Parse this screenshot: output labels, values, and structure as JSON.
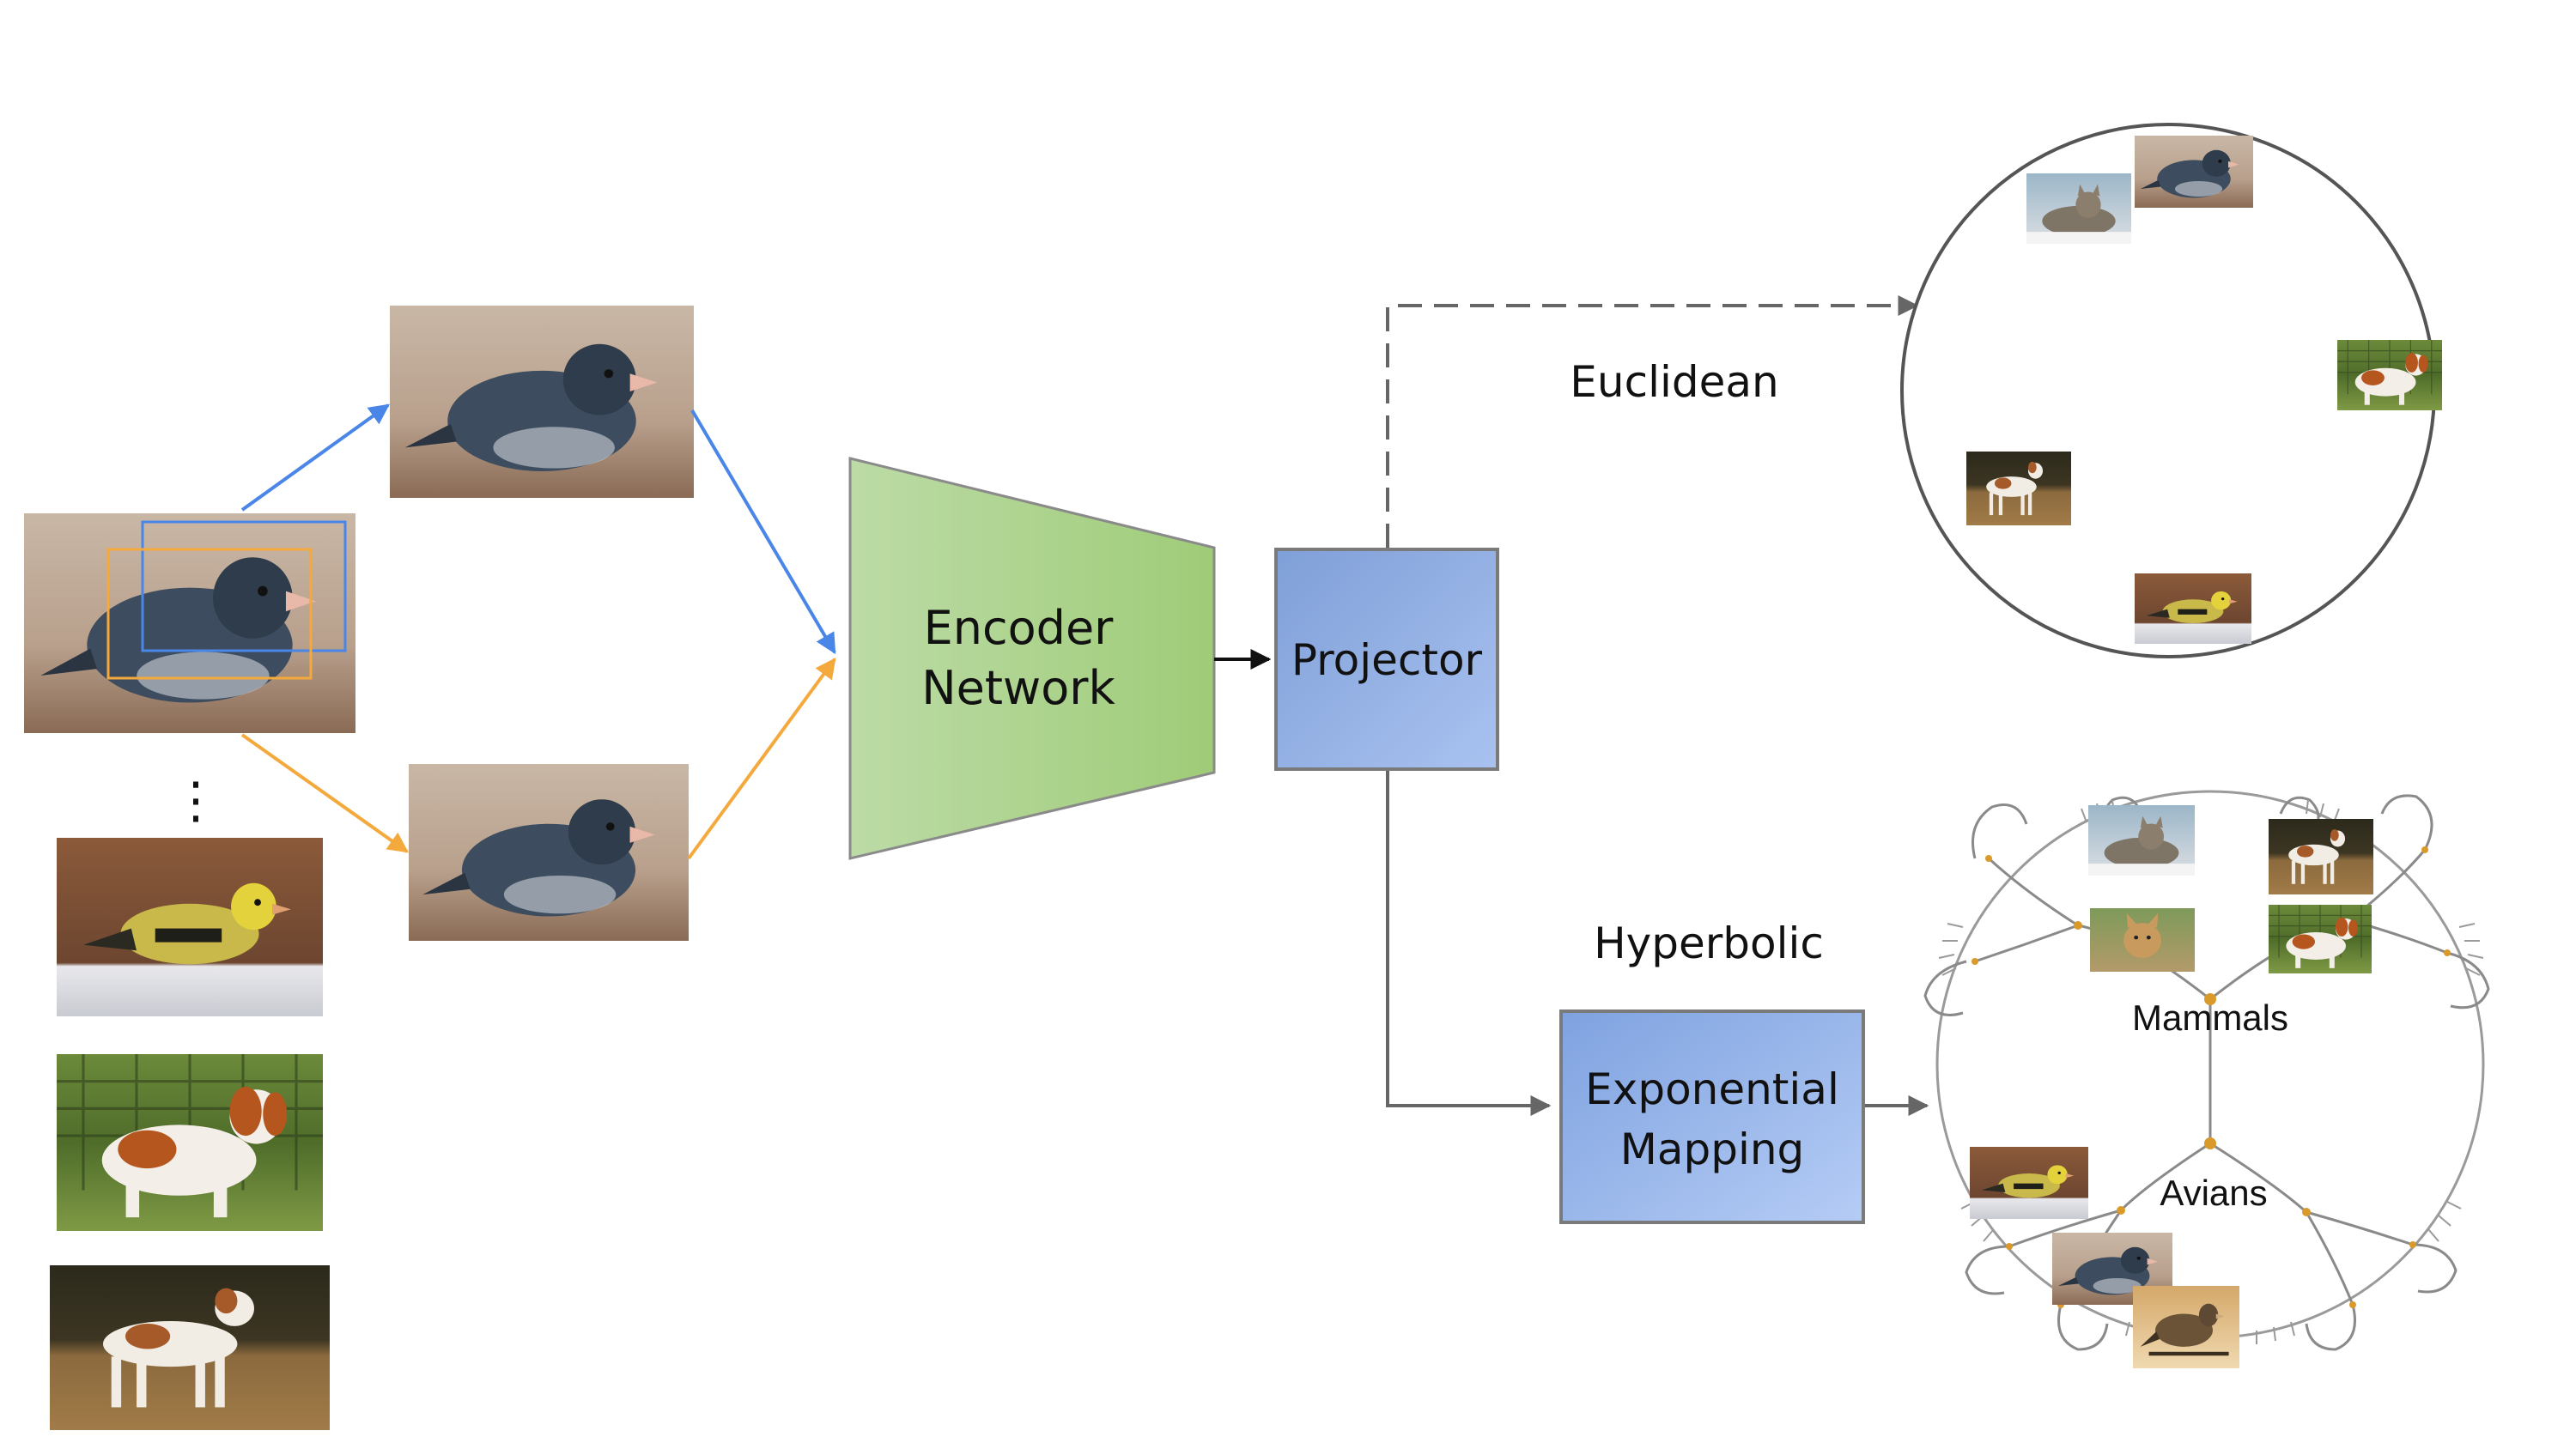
{
  "labels": {
    "encoder_line1": "Encoder",
    "encoder_line2": "Network",
    "projector": "Projector",
    "euclidean": "Euclidean",
    "hyperbolic": "Hyperbolic",
    "exp_line1": "Exponential",
    "exp_line2": "Mapping",
    "mammals": "Mammals",
    "avians": "Avians",
    "ellipsis": "⋮"
  },
  "colors": {
    "encoder_fill": "#a9d18e",
    "projector_fill": "#8faadc",
    "view1_arrow": "#4a86e8",
    "view2_arrow": "#f4a93d",
    "tree_line": "#8a8a8a",
    "node": "#d99a2b"
  },
  "thumbnails": {
    "input": [
      "junco-bird",
      "goldfinch-bird",
      "spaniel-dog",
      "terrier-dog"
    ],
    "euclidean_ball": [
      "cat",
      "junco-bird",
      "spaniel-dog",
      "terrier-dog",
      "goldfinch-bird"
    ],
    "hyperbolic_ball": [
      "cat",
      "terrier-dog",
      "lynx-cat",
      "spaniel-dog",
      "goldfinch-bird",
      "junco-bird",
      "sparrow-bird"
    ]
  }
}
